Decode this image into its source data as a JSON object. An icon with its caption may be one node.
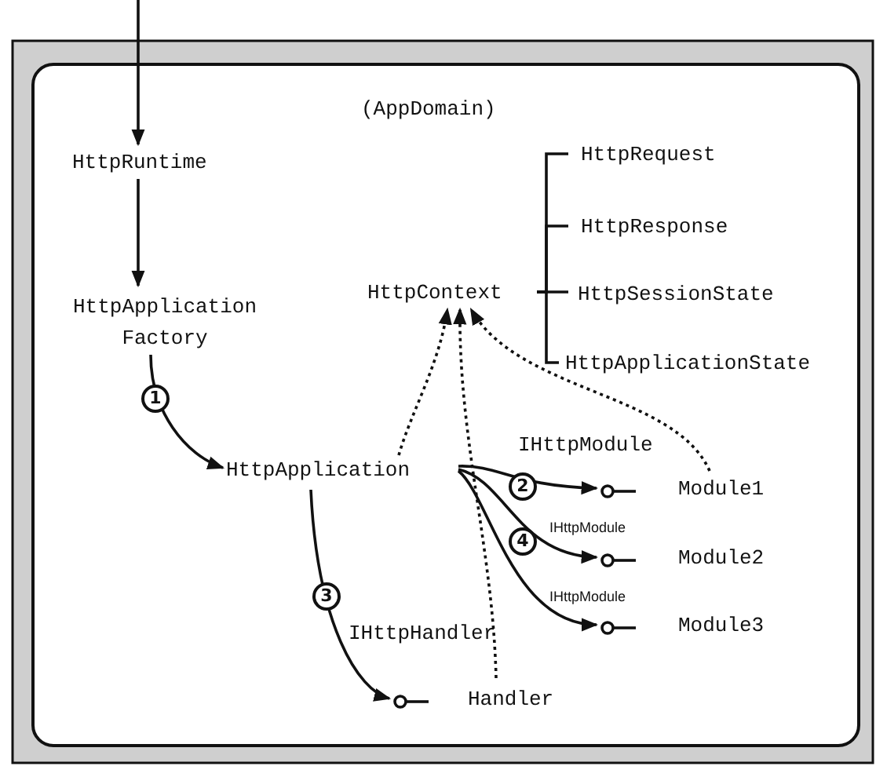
{
  "diagram": {
    "nodes": [
      {
        "text": [
          "(AppDomain)"
        ]
      },
      {
        "text": [
          "HttpRuntime"
        ],
        "in": 0
      },
      {
        "text": [
          "HttpApplication Factory"
        ],
        "in": 0
      },
      {
        "text": [
          "HttpApplication"
        ],
        "in": 0
      },
      {
        "text": [
          "HttpContext"
        ],
        "in": 0
      },
      {
        "text": [
          "HttpRequest"
        ],
        "in": 0
      },
      {
        "text": [
          "HttpResponse"
        ],
        "in": 0
      },
      {
        "text": [
          "HttpSessionState"
        ],
        "in": 0
      },
      {
        "text": [
          "HttpApplicationState"
        ],
        "in": 0
      },
      {
        "text": [
          "Module1"
        ],
        "in": 0
      },
      {
        "text": [
          "Module2"
        ],
        "in": 0
      },
      {
        "text": [
          "Module3"
        ],
        "in": 0
      },
      {
        "text": [
          "Handler"
        ],
        "in": 0
      }
    ],
    "edges": [
      {
        "from": null,
        "to": 1,
        "arrow": "to"
      },
      {
        "from": 1,
        "to": 2,
        "arrow": "to"
      },
      {
        "from": 2,
        "to": 3,
        "arrow": "to",
        "label": "1"
      },
      {
        "from": 3,
        "to": 9,
        "arrow": "to",
        "label": "2"
      },
      {
        "from": 3,
        "to": 10,
        "arrow": "to",
        "label": "4"
      },
      {
        "from": 3,
        "to": 11,
        "arrow": "to"
      },
      {
        "from": 3,
        "to": 12,
        "arrow": "to",
        "label": "3"
      },
      {
        "from": 3,
        "to": 4,
        "arrow": "to",
        "style": "dashed"
      },
      {
        "from": 12,
        "to": 4,
        "arrow": "to",
        "style": "dashed"
      },
      {
        "from": 9,
        "to": 4,
        "arrow": "to",
        "style": "dashed"
      },
      {
        "from": 4,
        "to": 5,
        "arrow": "none"
      },
      {
        "from": 4,
        "to": 6,
        "arrow": "none"
      },
      {
        "from": 4,
        "to": 7,
        "arrow": "none"
      },
      {
        "from": 4,
        "to": 8,
        "arrow": "none"
      }
    ],
    "labels": [
      "IHttpModule",
      "IHttpModule",
      "IHttpModule",
      "IHttpHandler"
    ]
  }
}
